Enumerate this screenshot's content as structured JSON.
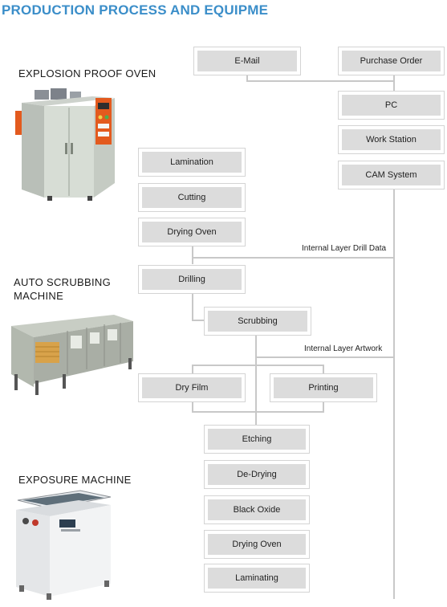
{
  "title": "PRODUCTION PROCESS AND EQUIPME",
  "machines": [
    {
      "label": "EXPLOSION PROOF OVEN"
    },
    {
      "label": "AUTO SCRUBBING\nMACHINE"
    },
    {
      "label": "EXPOSURE MACHINE"
    }
  ],
  "steps": {
    "email": "E-Mail",
    "purchase_order": "Purchase Order",
    "pc": "PC",
    "work_station": "Work Station",
    "cam_system": "CAM System",
    "lamination": "Lamination",
    "cutting": "Cutting",
    "drying_oven_1": "Drying Oven",
    "drilling": "Drilling",
    "scrubbing": "Scrubbing",
    "dry_film": "Dry Film",
    "printing": "Printing",
    "etching": "Etching",
    "de_drying": "De-Drying",
    "black_oxide": "Black Oxide",
    "drying_oven_2": "Drying Oven",
    "laminating": "Laminating"
  },
  "notes": {
    "internal_layer_drill_data": "Internal Layer Drill Data",
    "internal_layer_artwork": "Internal Layer Artwork"
  }
}
